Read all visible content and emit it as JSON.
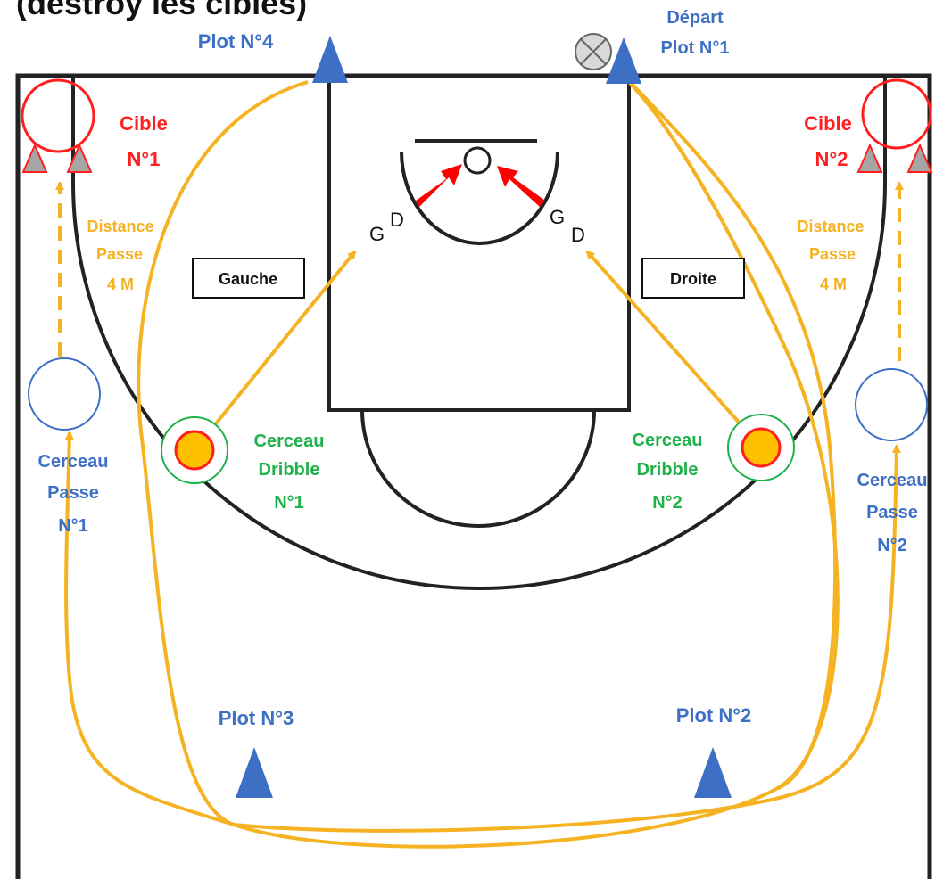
{
  "header_fragment": "(destroy les cibles)",
  "colors": {
    "court_line": "#222222",
    "path": "#f5b324",
    "cone": "#3d6fc4",
    "target": "#ff1f1f",
    "dribble_hoop": "#1fb14a",
    "pass_hoop": "#3d6fc4",
    "arrow": "#ff0000",
    "dribble_ball": "#ffc000"
  },
  "cones": {
    "plot4": "Plot N°4",
    "depart_line1": "Départ",
    "depart_line2": "Plot N°1",
    "plot3": "Plot N°3",
    "plot2": "Plot N°2"
  },
  "targets": {
    "left": {
      "line1": "Cible",
      "line2": "N°1"
    },
    "right": {
      "line1": "Cible",
      "line2": "N°2"
    }
  },
  "distance": {
    "left": {
      "line1": "Distance",
      "line2": "Passe",
      "line3": "4 M"
    },
    "right": {
      "line1": "Distance",
      "line2": "Passe",
      "line3": "4 M"
    }
  },
  "boxes": {
    "left": "Gauche",
    "right": "Droite"
  },
  "gd_letters": {
    "g": "G",
    "d": "D"
  },
  "dribble_hoops": {
    "left": {
      "line1": "Cerceau",
      "line2": "Dribble",
      "line3": "N°1"
    },
    "right": {
      "line1": "Cerceau",
      "line2": "Dribble",
      "line3": "N°2"
    }
  },
  "pass_hoops": {
    "left": {
      "line1": "Cerceau",
      "line2": "Passe",
      "line3": "N°1"
    },
    "right": {
      "line1": "Cerceau",
      "line2": "Passe",
      "line3": "N°2"
    }
  }
}
